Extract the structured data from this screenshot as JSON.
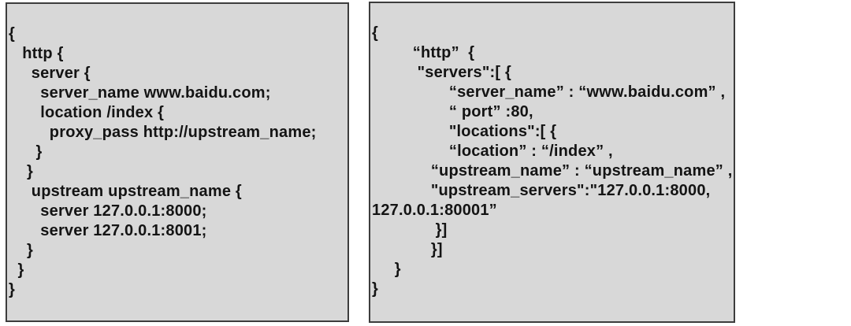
{
  "colors": {
    "page_background": "#ffffff",
    "panel_background": "#d8d8d8",
    "panel_border": "#3d3d3d",
    "text": "#141414"
  },
  "panels": {
    "nginx": {
      "description": "nginx configuration block",
      "lines": [
        "{",
        "   http {",
        "     server {",
        "       server_name www.baidu.com;",
        "       location /index {",
        "         proxy_pass http://upstream_name;",
        "      }",
        "    }",
        "     upstream upstream_name {",
        "       server 127.0.0.1:8000;",
        "       server 127.0.0.1:8001;",
        "    }",
        "  }",
        "}"
      ]
    },
    "json": {
      "description": "JSON configuration block",
      "lines": [
        "{",
        "         “http”  {",
        "          \"servers\":[ {",
        "                 “server_name” : “www.baidu.com” ,",
        "                 “ port” :80,",
        "                 \"locations\":[ {",
        "                 “location” : “/index” ,",
        "             “upstream_name” : “upstream_name” ,",
        "             \"upstream_servers\":\"127.0.0.1:8000,",
        "127.0.0.1:80001”",
        "              }]",
        "             }]",
        "     }",
        "}"
      ]
    }
  }
}
